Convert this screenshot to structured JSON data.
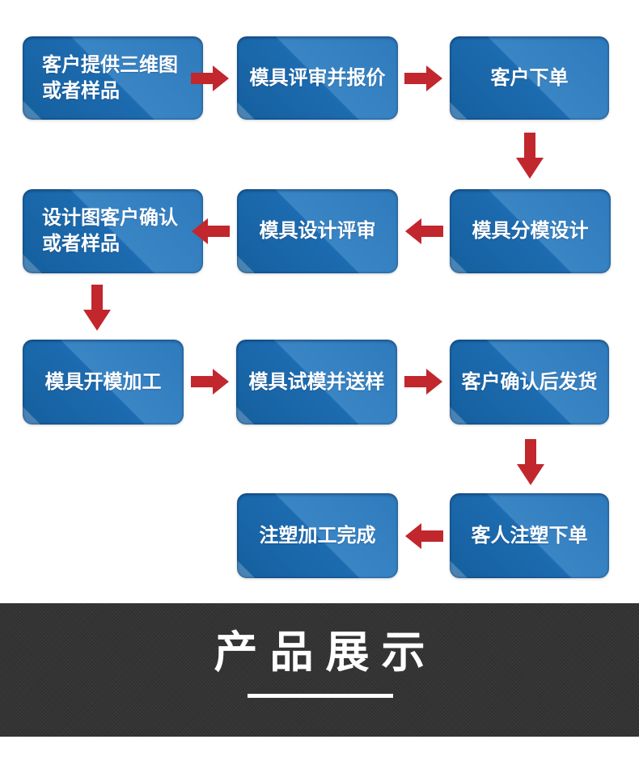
{
  "flowchart": {
    "title_hint": "mold-making and injection molding process flow",
    "steps": [
      {
        "id": "customer-provides-drawing",
        "label": "客户提供三维图\n或者样品"
      },
      {
        "id": "mold-review-and-quote",
        "label": "模具评审并报价"
      },
      {
        "id": "customer-places-order",
        "label": "客户下单"
      },
      {
        "id": "mold-parting-design",
        "label": "模具分模设计"
      },
      {
        "id": "mold-design-review",
        "label": "模具设计评审"
      },
      {
        "id": "design-customer-confirm",
        "label": "设计图客户确认\n或者样品"
      },
      {
        "id": "mold-machining",
        "label": "模具开模加工"
      },
      {
        "id": "mold-trial-and-sample",
        "label": "模具试模并送样"
      },
      {
        "id": "customer-confirm-shipment",
        "label": "客户确认后发货"
      },
      {
        "id": "customer-injection-order",
        "label": "客人注塑下单"
      },
      {
        "id": "injection-complete",
        "label": "注塑加工完成"
      }
    ],
    "connections": [
      {
        "from": "customer-provides-drawing",
        "to": "mold-review-and-quote",
        "direction": "right"
      },
      {
        "from": "mold-review-and-quote",
        "to": "customer-places-order",
        "direction": "right"
      },
      {
        "from": "customer-places-order",
        "to": "mold-parting-design",
        "direction": "down"
      },
      {
        "from": "mold-parting-design",
        "to": "mold-design-review",
        "direction": "left"
      },
      {
        "from": "mold-design-review",
        "to": "design-customer-confirm",
        "direction": "left"
      },
      {
        "from": "design-customer-confirm",
        "to": "mold-machining",
        "direction": "down"
      },
      {
        "from": "mold-machining",
        "to": "mold-trial-and-sample",
        "direction": "right"
      },
      {
        "from": "mold-trial-and-sample",
        "to": "customer-confirm-shipment",
        "direction": "right"
      },
      {
        "from": "customer-confirm-shipment",
        "to": "customer-injection-order",
        "direction": "down"
      },
      {
        "from": "customer-injection-order",
        "to": "injection-complete",
        "direction": "left"
      }
    ],
    "colors": {
      "box_blue_main": "#1d6bb0",
      "box_blue_light": "#3a85c4",
      "box_blue_dark": "#145f9d",
      "box_text": "#ffffff",
      "arrow_red": "#c1272d"
    }
  },
  "banner": {
    "title": "产品展示",
    "background": "#343434",
    "text_color": "#ffffff"
  }
}
